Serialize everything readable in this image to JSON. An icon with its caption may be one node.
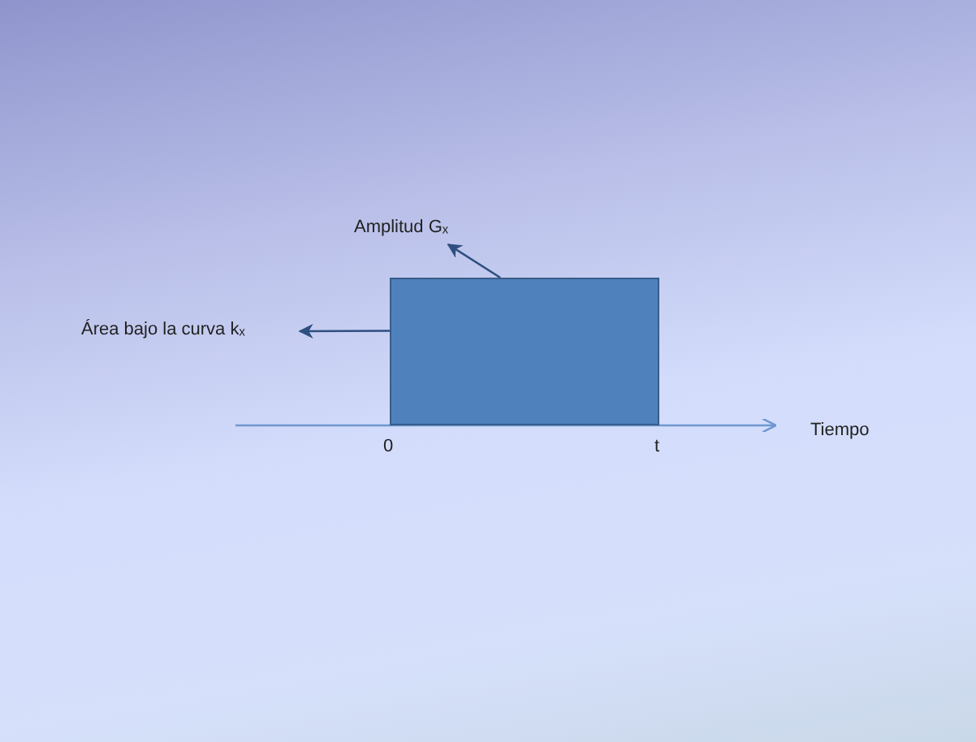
{
  "diagram": {
    "nodes": [
      {
        "text": [],
        "shape": "box"
      },
      {
        "text": [
          "Amplitud Gₓ"
        ]
      },
      {
        "text": [
          "Área bajo la curva kₓ"
        ]
      }
    ],
    "edges": [
      {
        "from": 0,
        "to": 1,
        "arrow": "to"
      },
      {
        "from": 0,
        "to": 2,
        "arrow": "to"
      }
    ],
    "labels": [
      "0",
      "t",
      "Tiempo"
    ]
  }
}
